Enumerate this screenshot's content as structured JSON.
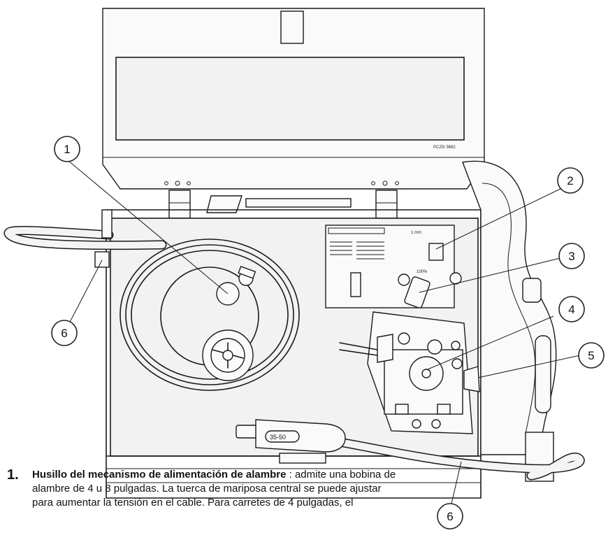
{
  "diagram": {
    "callouts": [
      {
        "id": "1",
        "label": "1"
      },
      {
        "id": "2",
        "label": "2"
      },
      {
        "id": "3",
        "label": "3"
      },
      {
        "id": "4",
        "label": "4"
      },
      {
        "id": "5",
        "label": "5"
      },
      {
        "id": "6a",
        "label": "6"
      },
      {
        "id": "6b",
        "label": "6"
      }
    ],
    "lid_code": "PC25/ 3662",
    "plug_label": "35-50",
    "panel_mark": "1 mm",
    "switch_mark": "100%"
  },
  "caption": {
    "number": "1.",
    "term": "Husillo del mecanismo de alimentación de alambre",
    "line1_rest": " : admite una bobina de",
    "line2": "alambre de 4 u 8 pulgadas. La tuerca de mariposa central se puede ajustar",
    "line3": "para aumentar la tensión en el cable. Para carretes de 4 pulgadas, el"
  }
}
